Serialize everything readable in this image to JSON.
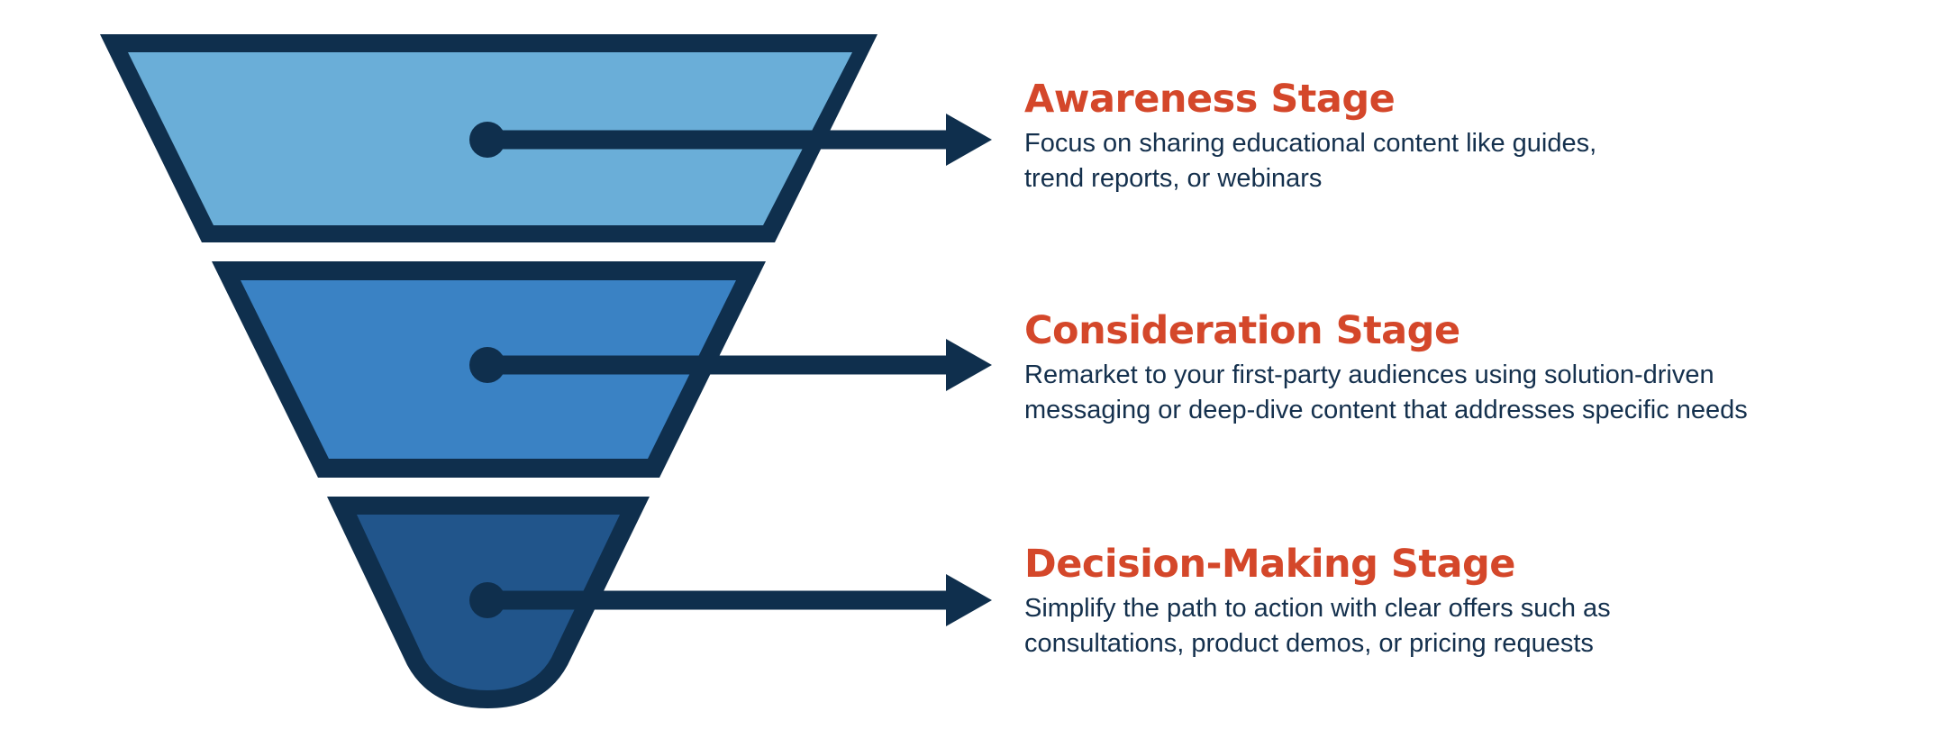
{
  "colors": {
    "outline": "#0f2f4d",
    "awareness_fill": "#6aaed8",
    "consideration_fill": "#3a82c4",
    "decision_fill": "#21558b",
    "title": "#d4472a",
    "body_text": "#14304d"
  },
  "stages": [
    {
      "title": "Awareness Stage",
      "description": "Focus on sharing educational content like guides,\ntrend reports, or webinars"
    },
    {
      "title": "Consideration Stage",
      "description": "Remarket to your first-party audiences using solution-driven\nmessaging or deep-dive content that addresses specific needs"
    },
    {
      "title": "Decision-Making Stage",
      "description": "Simplify the path to action with clear offers such as\nconsultations, product demos, or pricing requests"
    }
  ]
}
